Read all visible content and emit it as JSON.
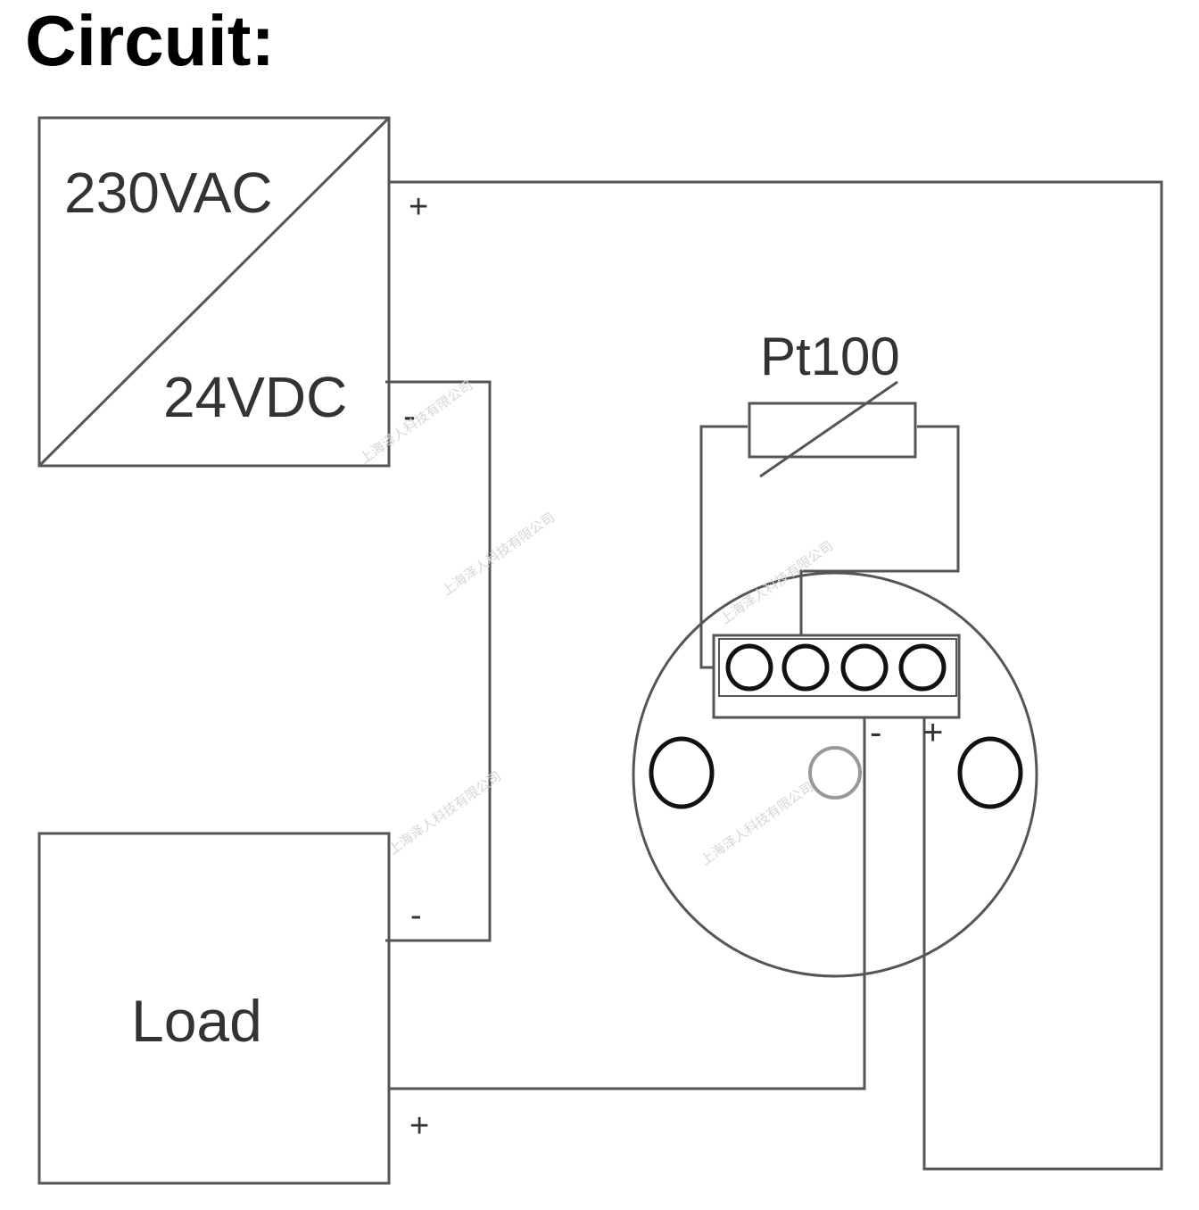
{
  "title": "Circuit:",
  "power_supply": {
    "input_label": "230VAC",
    "output_label": "24VDC",
    "plus_terminal": "+",
    "minus_terminal": "-"
  },
  "load": {
    "label": "Load",
    "minus_terminal": "-",
    "plus_terminal": "+"
  },
  "sensor": {
    "label": "Pt100"
  },
  "transmitter": {
    "minus_terminal": "-",
    "plus_terminal": "+"
  },
  "watermark": "上海泽人科技有限公司",
  "colors": {
    "line": "#555555",
    "text": "#333333",
    "title": "#000000",
    "watermark": "#d6d6d6"
  }
}
